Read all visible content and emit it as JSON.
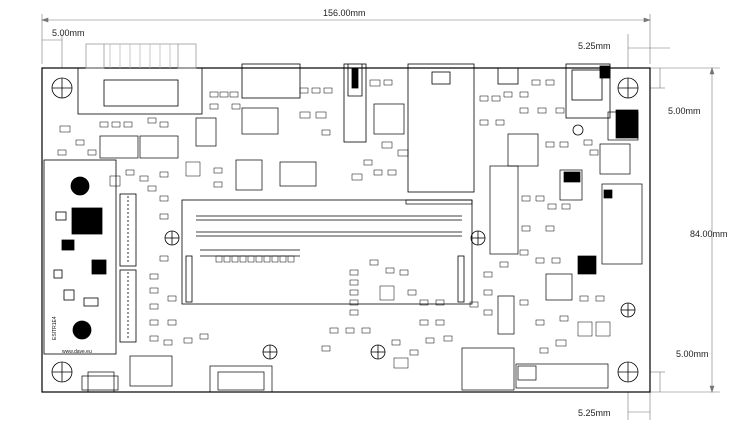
{
  "dimensions": {
    "width_overall": "156.00mm",
    "height_overall": "84.00mm",
    "hole_offset_left": "5.00mm",
    "hole_offset_right_x": "5.25mm",
    "hole_offset_top_y": "5.00mm",
    "hole_offset_bottom_y": "5.00mm",
    "hole_offset_right_x_bottom": "5.25mm"
  },
  "board": {
    "vendor_url": "www.dave.eu",
    "side_label": "ESITR1E4",
    "colors": {
      "line": "#000000",
      "dim_line": "#666666",
      "board_fill": "#ffffff"
    }
  }
}
